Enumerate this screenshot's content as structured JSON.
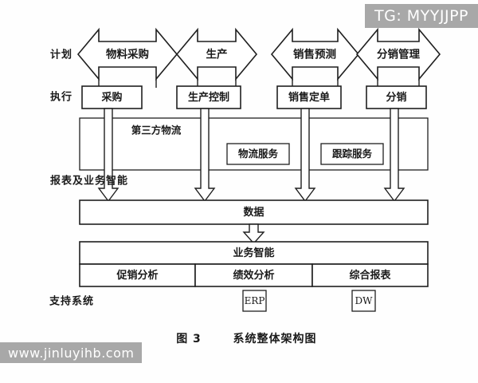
{
  "figure": {
    "caption_number": "图 3",
    "caption_title": "系统整体架构图"
  },
  "side_labels": {
    "plan": "计划",
    "execute": "执行",
    "reporting_bi": "报表及业务智能",
    "support_system": "支持系统"
  },
  "plan_arrows": [
    {
      "label": "物料采购"
    },
    {
      "label": "生产"
    },
    {
      "label": "销售预测"
    },
    {
      "label": "分销管理"
    }
  ],
  "execute_boxes": [
    {
      "label": "采购"
    },
    {
      "label": "生产控制"
    },
    {
      "label": "销售定单"
    },
    {
      "label": "分销"
    }
  ],
  "logistics": {
    "band_label": "第三方物流",
    "services": [
      {
        "label": "物流服务"
      },
      {
        "label": "跟踪服务"
      }
    ]
  },
  "data_layer": {
    "label": "数据"
  },
  "bi_layer": {
    "header": "业务智能",
    "cells": [
      {
        "label": "促销分析"
      },
      {
        "label": "绩效分析"
      },
      {
        "label": "综合报表"
      }
    ]
  },
  "support_systems": [
    {
      "label": "ERP"
    },
    {
      "label": "DW"
    }
  ],
  "watermarks": {
    "top_right": "TG: MYYJJPP",
    "bottom_left": "www.jinluyihb.com"
  },
  "colors": {
    "stroke": "#1f1f1f",
    "fill": "#ffffff",
    "watermark_bg": "#a8a8a8",
    "watermark_fg": "#ffffff",
    "page_bg": "#fefefe"
  }
}
